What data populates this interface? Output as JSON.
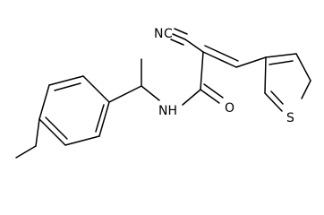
{
  "molecule": {
    "labels": {
      "nitrile_N": "N",
      "nitrile_C": "C",
      "carbonyl_O": "O",
      "amide_NH": "NH",
      "thiophene_S": "S"
    },
    "colors": {
      "bond": "#000000",
      "text": "#000000",
      "background": "#ffffff"
    }
  }
}
